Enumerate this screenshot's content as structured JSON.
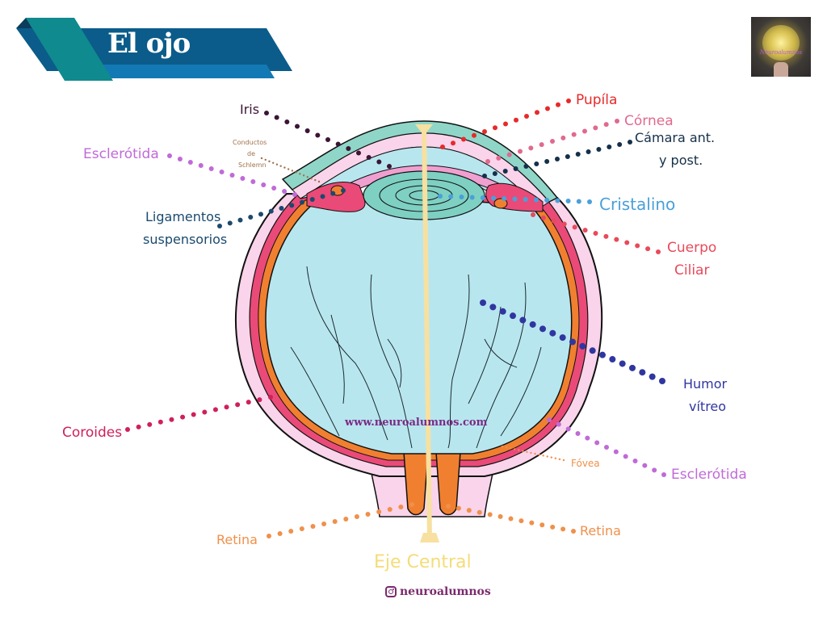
{
  "header": {
    "title": "El ojo",
    "logo_text": "Neuroalumnos"
  },
  "colors": {
    "banner_dark": "#0b5c8a",
    "banner_teal": "#0f8a8e",
    "banner_light": "#1279b5",
    "cornea": "#8fd6c8",
    "sclera": "#f9d4ea",
    "choroid": "#ea4a78",
    "retina": "#f08030",
    "vitreous": "#b8e6ef",
    "lens": "#7ed0c2",
    "axis": "#f7e0a0"
  },
  "labels": [
    {
      "id": "iris",
      "lines": [
        "Iris"
      ],
      "color": "#3a1535"
    },
    {
      "id": "pupila",
      "lines": [
        "Pupíla"
      ],
      "color": "#e62a2a"
    },
    {
      "id": "cornea",
      "lines": [
        "Córnea"
      ],
      "color": "#e06a8e"
    },
    {
      "id": "camara",
      "lines": [
        "Cámara ant.",
        "y post."
      ],
      "color": "#14304a"
    },
    {
      "id": "esclerotida-top",
      "lines": [
        "Esclerótida"
      ],
      "color": "#c06ad8"
    },
    {
      "id": "conductos",
      "lines": [
        "Conductos",
        "de",
        "Schlemn"
      ],
      "color": "#a0704a"
    },
    {
      "id": "ligamentos",
      "lines": [
        "Ligamentos",
        "suspensorios"
      ],
      "color": "#1a4a6e"
    },
    {
      "id": "cristalino",
      "lines": [
        "Cristalino"
      ],
      "color": "#4aa0d8"
    },
    {
      "id": "cuerpo-ciliar",
      "lines": [
        "Cuerpo",
        "Ciliar"
      ],
      "color": "#e84a5a"
    },
    {
      "id": "humor-vitreo",
      "lines": [
        "Humor",
        "vítreo"
      ],
      "color": "#3036a0"
    },
    {
      "id": "coroides",
      "lines": [
        "Coroides"
      ],
      "color": "#d0205a"
    },
    {
      "id": "fovea",
      "lines": [
        "Fóvea"
      ],
      "color": "#f0904a"
    },
    {
      "id": "esclerotida-bottom",
      "lines": [
        "Esclerótida"
      ],
      "color": "#c06ad8"
    },
    {
      "id": "retina-left",
      "lines": [
        "Retina"
      ],
      "color": "#f0904a"
    },
    {
      "id": "retina-right",
      "lines": [
        "Retina"
      ],
      "color": "#f0904a"
    },
    {
      "id": "eje-central",
      "lines": [
        "Eje Central"
      ],
      "color": "#f5dc78"
    }
  ],
  "watermark": "www.neuroalumnos.com",
  "footer": {
    "instagram_handle": "neuroalumnos"
  }
}
